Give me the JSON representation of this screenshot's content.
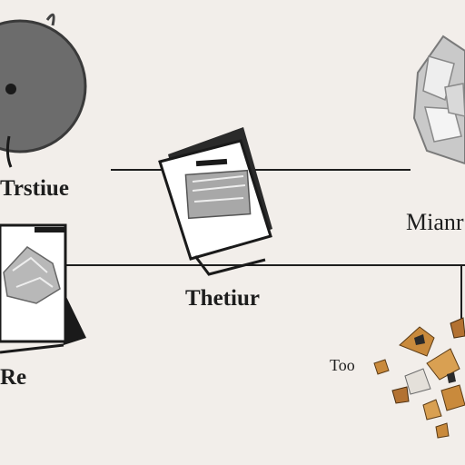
{
  "labels": {
    "top_left": "Trstiue",
    "top_right": "Mianr",
    "center": "Thetiur",
    "bottom_left": "Re",
    "bottom_right": "Too"
  },
  "colors": {
    "background": "#f2eeea",
    "line": "#1e1e1e",
    "disc": "#6c6c6c",
    "crystal": "#c9c9c9",
    "scatter_orange": "#c98a3c"
  }
}
